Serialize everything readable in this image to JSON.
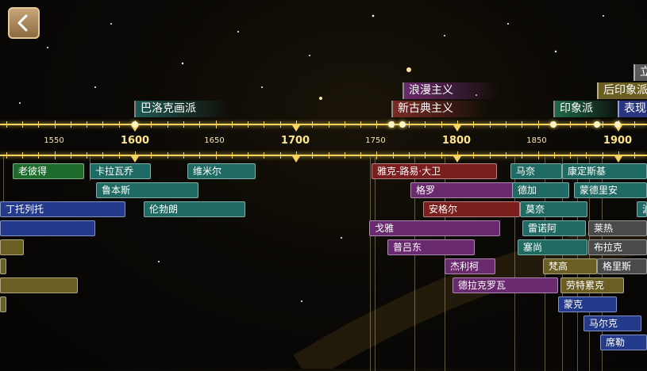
{
  "back_icon": "chevron-left-icon",
  "axis": {
    "years": [
      {
        "label": "1550",
        "major": false
      },
      {
        "label": "1600",
        "major": true
      },
      {
        "label": "1650",
        "major": false
      },
      {
        "label": "1700",
        "major": true
      },
      {
        "label": "1750",
        "major": false
      },
      {
        "label": "1800",
        "major": true
      },
      {
        "label": "1850",
        "major": false
      },
      {
        "label": "1900",
        "major": true
      }
    ]
  },
  "periods": [
    {
      "label": "巴洛克画派",
      "color": "#1f5a52"
    },
    {
      "label": "浪漫主义",
      "color": "#6a2a6e"
    },
    {
      "label": "新古典主义",
      "color": "#7a2a26"
    },
    {
      "label": "印象派",
      "color": "#1f6a48"
    },
    {
      "label": "后印象派",
      "color": "#6b5e22"
    },
    {
      "label": "表现",
      "color": "#2a3580"
    },
    {
      "label": "立",
      "color": "#5a5a5a"
    }
  ],
  "artists": [
    {
      "label": "老彼得",
      "color": "#1d6a2a"
    },
    {
      "label": "卡拉瓦乔",
      "color": "#1f6a63"
    },
    {
      "label": "维米尔",
      "color": "#1f6a63"
    },
    {
      "label": "鲁本斯",
      "color": "#1f6a63"
    },
    {
      "label": "丁托列托",
      "color": "#243a8a"
    },
    {
      "label": "伦勃朗",
      "color": "#1f6a63"
    },
    {
      "label": "",
      "color": "#243a8a"
    },
    {
      "label": "",
      "color": "#6b5e22"
    },
    {
      "label": "",
      "color": "#6b5e22"
    },
    {
      "label": "",
      "color": "#6b5e22"
    },
    {
      "label": "",
      "color": "#6b5e22"
    },
    {
      "label": "雅克-路易·大卫",
      "color": "#7a1e1e"
    },
    {
      "label": "格罗",
      "color": "#6a2a6e"
    },
    {
      "label": "安格尔",
      "color": "#7a1e1e"
    },
    {
      "label": "戈雅",
      "color": "#6a2a6e"
    },
    {
      "label": "普吕东",
      "color": "#6a2a6e"
    },
    {
      "label": "杰利柯",
      "color": "#6a2a6e"
    },
    {
      "label": "德拉克罗瓦",
      "color": "#6a2a6e"
    },
    {
      "label": "马奈",
      "color": "#1f6a63"
    },
    {
      "label": "康定斯基",
      "color": "#1f6a63"
    },
    {
      "label": "德加",
      "color": "#1f6a63"
    },
    {
      "label": "蒙德里安",
      "color": "#1f6a63"
    },
    {
      "label": "莫奈",
      "color": "#1f6a63"
    },
    {
      "label": "波",
      "color": "#1f6a63"
    },
    {
      "label": "雷诺阿",
      "color": "#1f6a63"
    },
    {
      "label": "莱热",
      "color": "#4a4a4a"
    },
    {
      "label": "塞尚",
      "color": "#1f6a63"
    },
    {
      "label": "布拉克",
      "color": "#4a4a4a"
    },
    {
      "label": "梵高",
      "color": "#6b5e22"
    },
    {
      "label": "格里斯",
      "color": "#4a4a4a"
    },
    {
      "label": "劳特累克",
      "color": "#6b5e22"
    },
    {
      "label": "蒙克",
      "color": "#243a8a"
    },
    {
      "label": "马尔克",
      "color": "#243a8a"
    },
    {
      "label": "席勒",
      "color": "#243a8a"
    }
  ]
}
